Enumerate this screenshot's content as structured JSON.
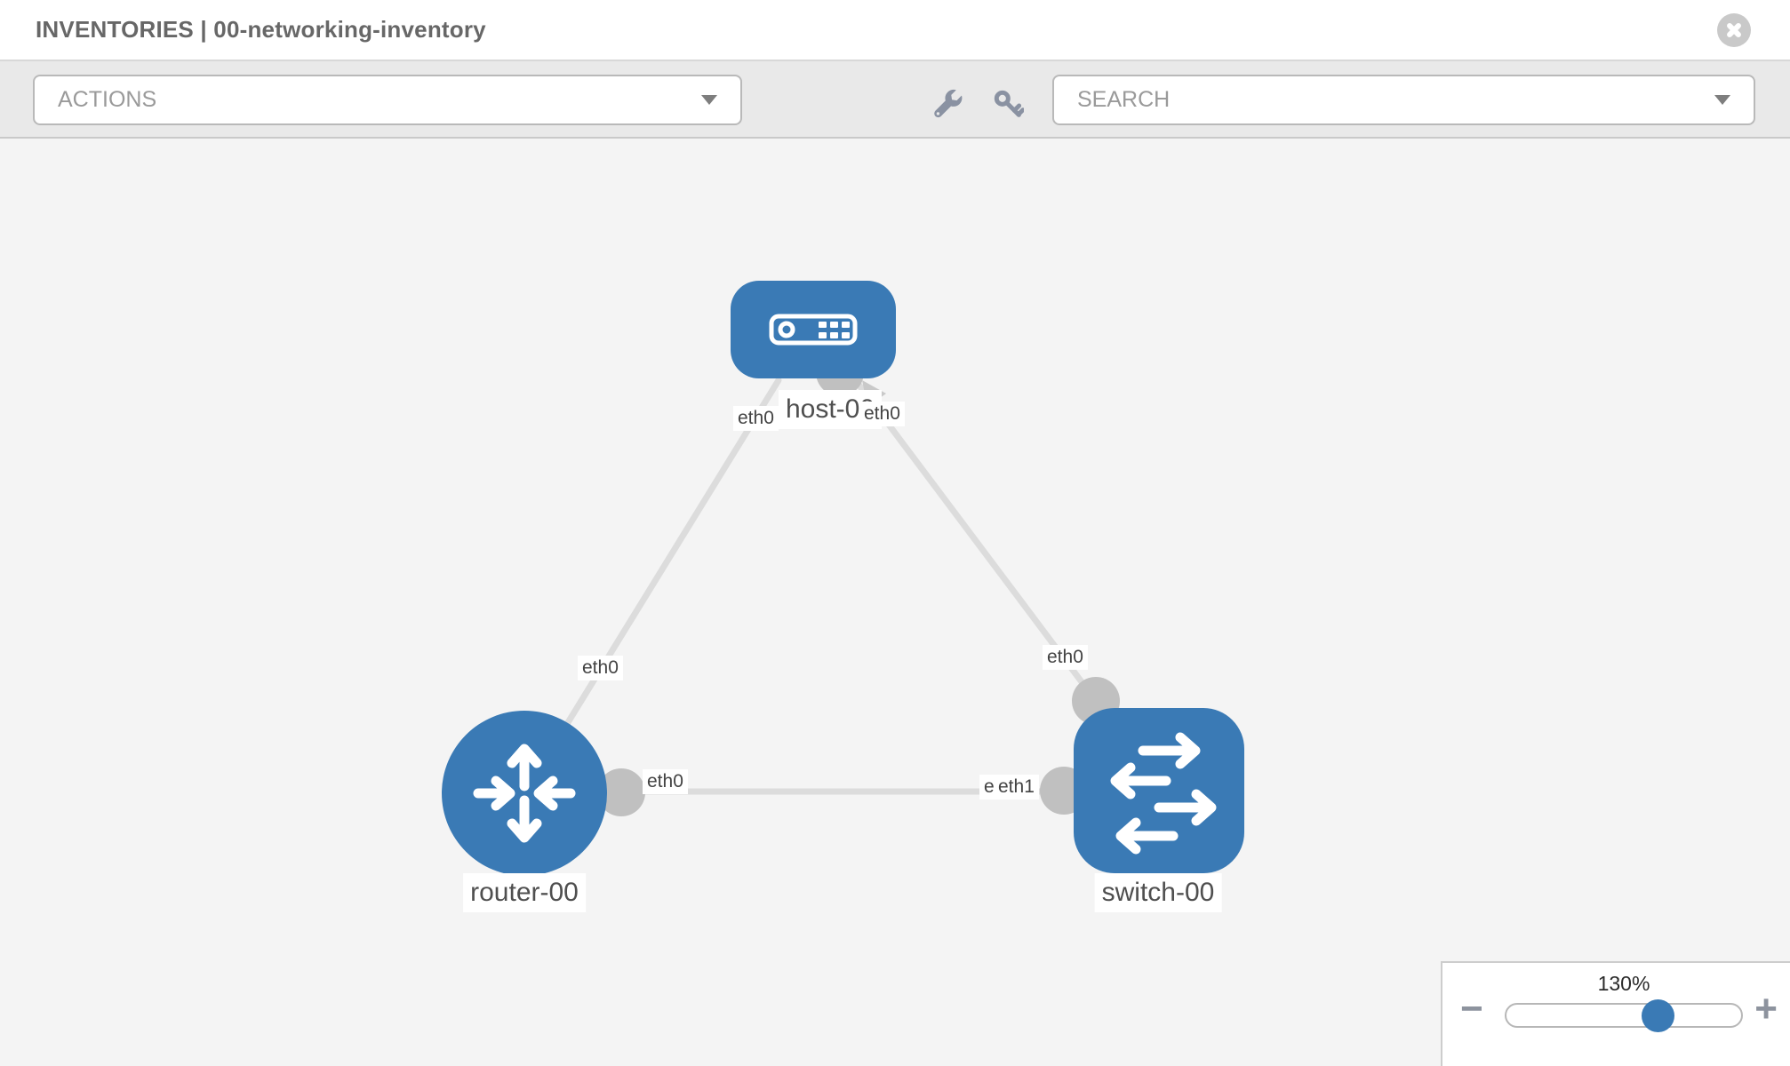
{
  "header": {
    "title": "INVENTORIES | 00-networking-inventory",
    "close_icon": "close-icon"
  },
  "toolbar": {
    "actions": {
      "label": "ACTIONS"
    },
    "search": {
      "placeholder": "SEARCH"
    },
    "tool_icons": [
      "wrench-icon",
      "key-icon"
    ]
  },
  "colors": {
    "node_blue": "#3a7ab5",
    "link_gray": "#dcdcdc",
    "port_gray": "#c0c0c0",
    "arrow_gray": "#c9c9c9",
    "canvas_bg": "#f4f4f4",
    "toolbar_bg": "#e9e9e9"
  },
  "topology": {
    "nodes": [
      {
        "id": "host-00",
        "type": "host",
        "label": "host-00"
      },
      {
        "id": "router-00",
        "type": "router",
        "label": "router-00"
      },
      {
        "id": "switch-00",
        "type": "switch",
        "label": "switch-00"
      }
    ],
    "links": [
      {
        "a": "router-00",
        "b": "host-00",
        "a_if": "eth0",
        "b_if": "eth0"
      },
      {
        "a": "switch-00",
        "b": "host-00",
        "a_if": "eth0",
        "b_if": "eth0"
      },
      {
        "a": "router-00",
        "b": "switch-00",
        "a_if": "eth0",
        "b_if": "eth1"
      }
    ],
    "labels": {
      "host": "host-00",
      "router": "router-00",
      "switch": "switch-00",
      "host_left_if": "eth0",
      "host_right_if": "eth0",
      "router_link_if": "eth0",
      "router_port_if": "eth0",
      "switch_top_if": "eth0",
      "switch_port_if_back": "eth0",
      "switch_port_if_front": "eth1"
    }
  },
  "zoom_control": {
    "value": "130%",
    "minus_label": "−",
    "plus_label": "+"
  }
}
